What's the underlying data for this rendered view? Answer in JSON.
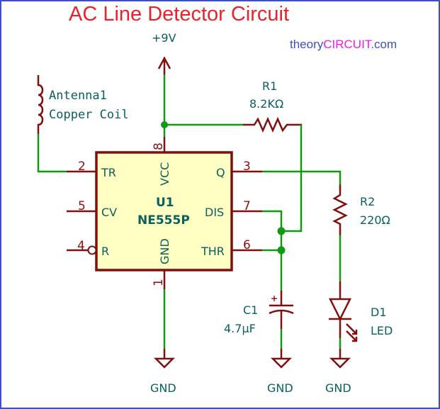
{
  "title": "AC Line Detector Circuit",
  "brand": {
    "part1": "theory",
    "part2": "CIRCUIT",
    "part3": ".com"
  },
  "colors": {
    "title": "#e8232b",
    "brand_primary": "#3f4fbf",
    "brand_accent": "#e81ee8",
    "wire": "#119911",
    "component": "#800f0f",
    "label": "#0a5f5f",
    "ic_fill": "#ffffc4",
    "frame": "#3f4fbf"
  },
  "power": {
    "label": "+9V",
    "icon": "power-arrow-icon"
  },
  "antenna": {
    "ref": "Antenna1",
    "value": "Copper Coil",
    "icon": "inductor-coil-icon"
  },
  "ic": {
    "ref": "U1",
    "part": "NE555P",
    "pins": {
      "tr": {
        "number": "2",
        "name": "TR"
      },
      "cv": {
        "number": "5",
        "name": "CV"
      },
      "r": {
        "number": "4",
        "name": "R"
      },
      "vcc": {
        "number": "8",
        "name": "VCC"
      },
      "gnd": {
        "number": "1",
        "name": "GND"
      },
      "q": {
        "number": "3",
        "name": "Q"
      },
      "dis": {
        "number": "7",
        "name": "DIS"
      },
      "thr": {
        "number": "6",
        "name": "THR"
      }
    }
  },
  "r1": {
    "ref": "R1",
    "value": "8.2KΩ",
    "icon": "resistor-icon"
  },
  "r2": {
    "ref": "R2",
    "value": "220Ω",
    "icon": "resistor-icon"
  },
  "c1": {
    "ref": "C1",
    "value": "4.7µF",
    "polarity": "+",
    "icon": "polarized-capacitor-icon"
  },
  "d1": {
    "ref": "D1",
    "value": "LED",
    "icon": "led-icon"
  },
  "grounds": [
    {
      "label": "GND",
      "icon": "ground-icon"
    },
    {
      "label": "GND",
      "icon": "ground-icon"
    },
    {
      "label": "GND",
      "icon": "ground-icon"
    }
  ]
}
